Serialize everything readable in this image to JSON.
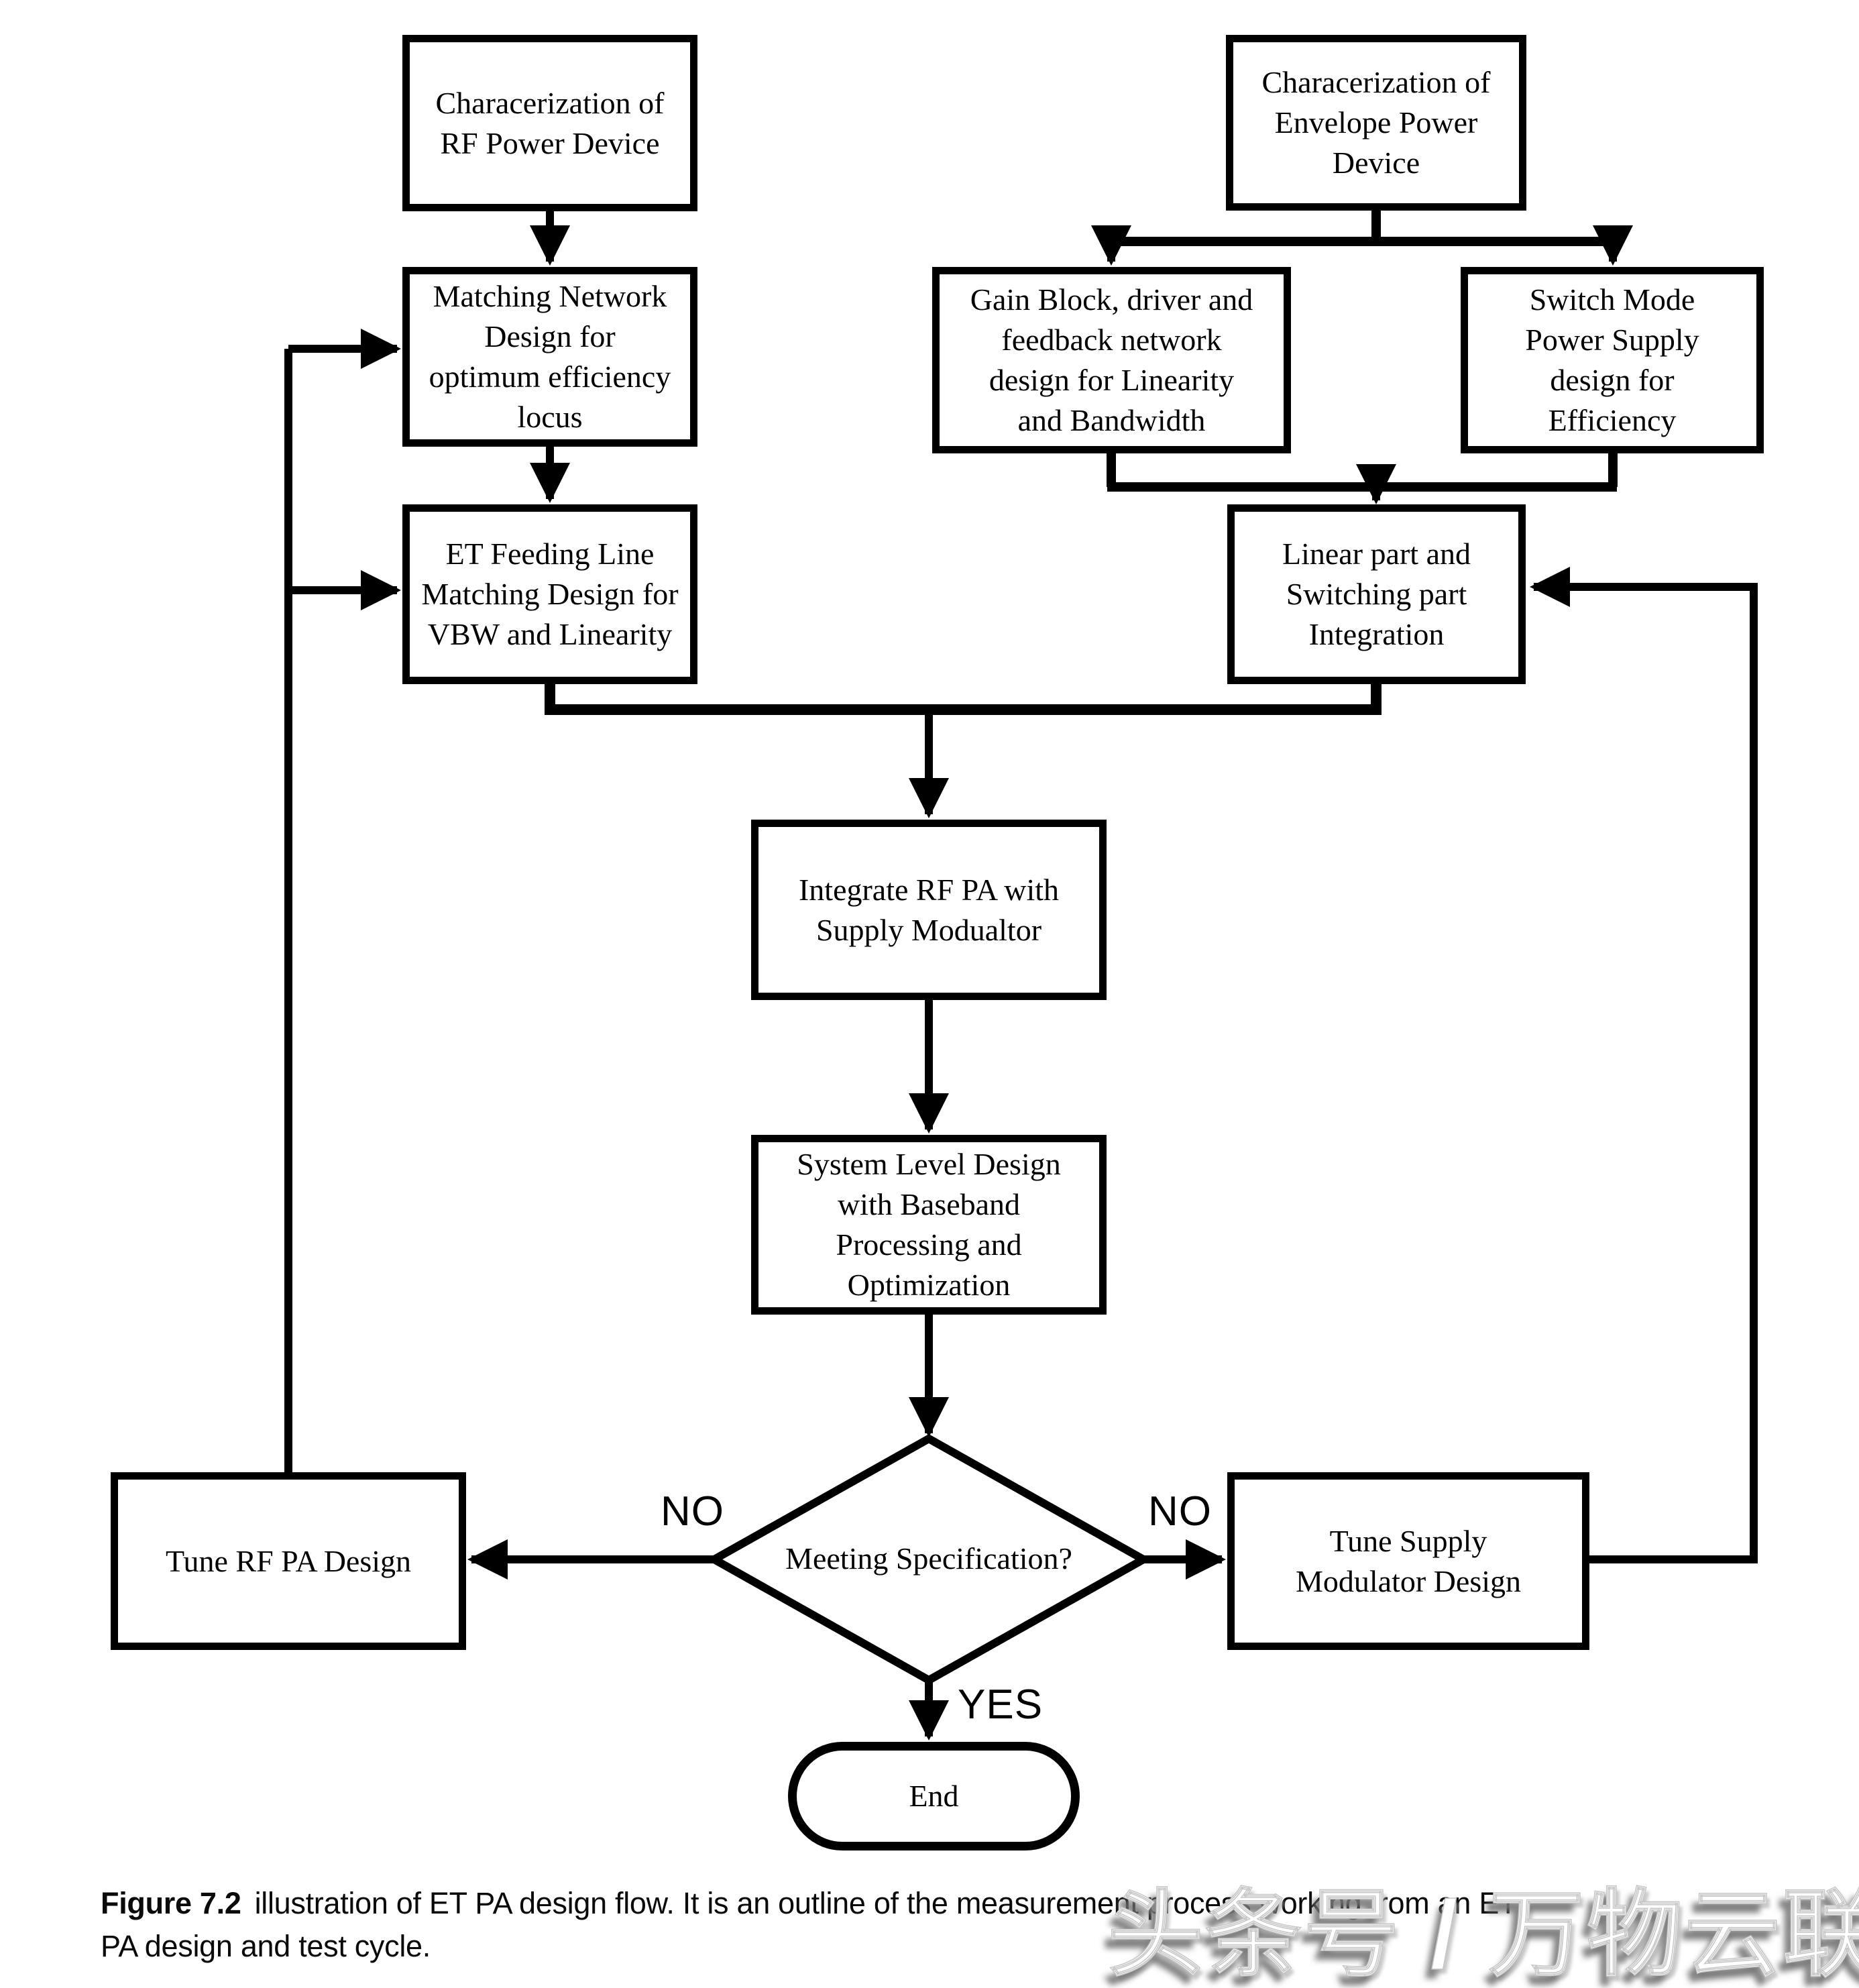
{
  "flowchart": {
    "nodes": [
      {
        "id": "charac-rf",
        "label": "Characerization of\nRF Power Device"
      },
      {
        "id": "matching-network",
        "label": "Matching Network\nDesign for\noptimum efficiency\nlocus"
      },
      {
        "id": "et-feeding",
        "label": "ET Feeding Line\nMatching Design for\nVBW and Linearity"
      },
      {
        "id": "charac-envelope",
        "label": "Characerization of\nEnvelope Power\nDevice"
      },
      {
        "id": "gain-block",
        "label": "Gain Block, driver and\nfeedback network\ndesign for Linearity\nand Bandwidth"
      },
      {
        "id": "switch-mode",
        "label": "Switch Mode\nPower Supply\ndesign for\nEfficiency"
      },
      {
        "id": "linear-integration",
        "label": "Linear part and\nSwitching part\nIntegration"
      },
      {
        "id": "integrate-pa",
        "label": "Integrate RF PA with\nSupply Modualtor"
      },
      {
        "id": "system-level",
        "label": "System Level Design\nwith Baseband\nProcessing and\nOptimization"
      },
      {
        "id": "tune-rf-pa",
        "label": "Tune RF PA Design"
      },
      {
        "id": "tune-supply",
        "label": "Tune Supply\nModulator Design"
      },
      {
        "id": "end",
        "label": "End"
      }
    ],
    "decision": {
      "label": "Meeting Specification?"
    },
    "edge_labels": {
      "no_left": "NO",
      "no_right": "NO",
      "yes": "YES"
    },
    "colors": {
      "ink": "#000000",
      "background": "#ffffff"
    }
  },
  "caption": {
    "label": "Figure 7.2",
    "line1": "illustration of ET PA design flow. It is an outline of the measurement process working from an ET",
    "line2": "PA design and test cycle."
  },
  "watermark": {
    "text": "头条号 / 万物云联网"
  }
}
